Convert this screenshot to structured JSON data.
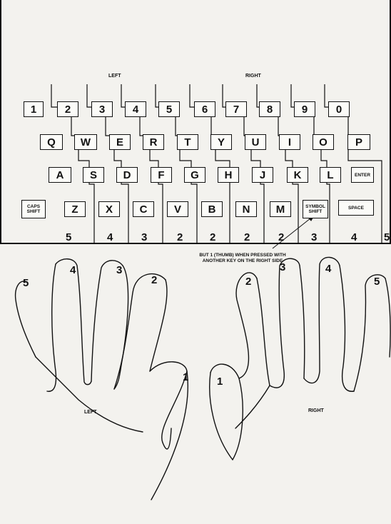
{
  "keyboard": {
    "labels": {
      "left": "LEFT",
      "right": "RIGHT"
    },
    "rows": [
      [
        "1",
        "2",
        "3",
        "4",
        "5",
        "6",
        "7",
        "8",
        "9",
        "0"
      ],
      [
        "Q",
        "W",
        "E",
        "R",
        "T",
        "Y",
        "U",
        "I",
        "O",
        "P"
      ],
      [
        "A",
        "S",
        "D",
        "F",
        "G",
        "H",
        "J",
        "K",
        "L",
        "ENTER"
      ],
      [
        "CAPS SHIFT",
        "Z",
        "X",
        "C",
        "V",
        "B",
        "N",
        "M",
        "SYMBOL SHIFT",
        "SPACE"
      ]
    ],
    "finger_numbers": [
      "5",
      "4",
      "3",
      "2",
      "2",
      "2",
      "2",
      "3",
      "4",
      "5"
    ]
  },
  "note": "BUT 1 (THUMB) WHEN PRESSED WITH ANOTHER KEY ON THE RIGHT SIDE",
  "hands": {
    "left_label": "LEFT",
    "right_label": "RIGHT",
    "left_fingers": [
      "5",
      "4",
      "3",
      "2",
      "1"
    ],
    "right_fingers": [
      "1",
      "2",
      "3",
      "4",
      "5"
    ]
  }
}
